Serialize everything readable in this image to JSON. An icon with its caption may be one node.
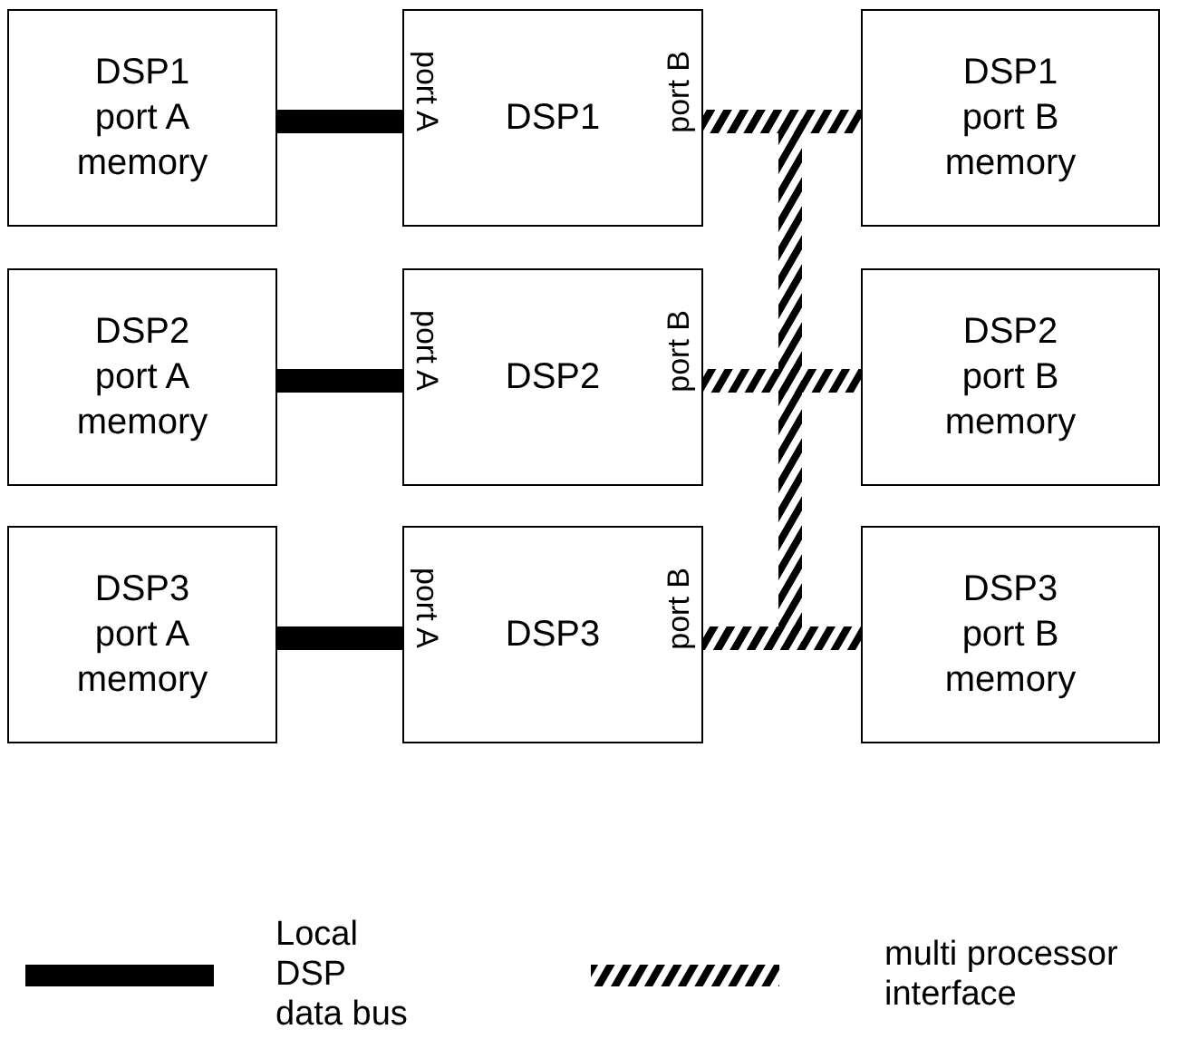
{
  "diagram": {
    "nodes": [
      {
        "text": [
          "DSP1 port A memory"
        ]
      },
      {
        "text": [
          "port A",
          "DSP1",
          "port B"
        ]
      },
      {
        "text": [
          "DSP1 port B memory"
        ]
      },
      {
        "text": [
          "DSP2 port A memory"
        ]
      },
      {
        "text": [
          "port A",
          "DSP2",
          "port B"
        ]
      },
      {
        "text": [
          "DSP2 port B memory"
        ]
      },
      {
        "text": [
          "DSP3 port A memory"
        ]
      },
      {
        "text": [
          "port A",
          "DSP3",
          "port B"
        ]
      },
      {
        "text": [
          "DSP3 port B memory"
        ]
      }
    ],
    "edges": [
      {
        "from": 0,
        "to": 1,
        "arrow": "none"
      },
      {
        "from": 1,
        "to": 2,
        "arrow": "none",
        "style": "dashed"
      },
      {
        "from": 3,
        "to": 4,
        "arrow": "none"
      },
      {
        "from": 4,
        "to": 5,
        "arrow": "none",
        "style": "dashed"
      },
      {
        "from": 6,
        "to": 7,
        "arrow": "none"
      },
      {
        "from": 7,
        "to": 8,
        "arrow": "none",
        "style": "dashed"
      },
      {
        "from": 1,
        "to": 7,
        "arrow": "none",
        "style": "dashed"
      }
    ],
    "legend": [
      {
        "text": "Local DSP data bus"
      },
      {
        "text": "multi processor interface"
      }
    ]
  }
}
